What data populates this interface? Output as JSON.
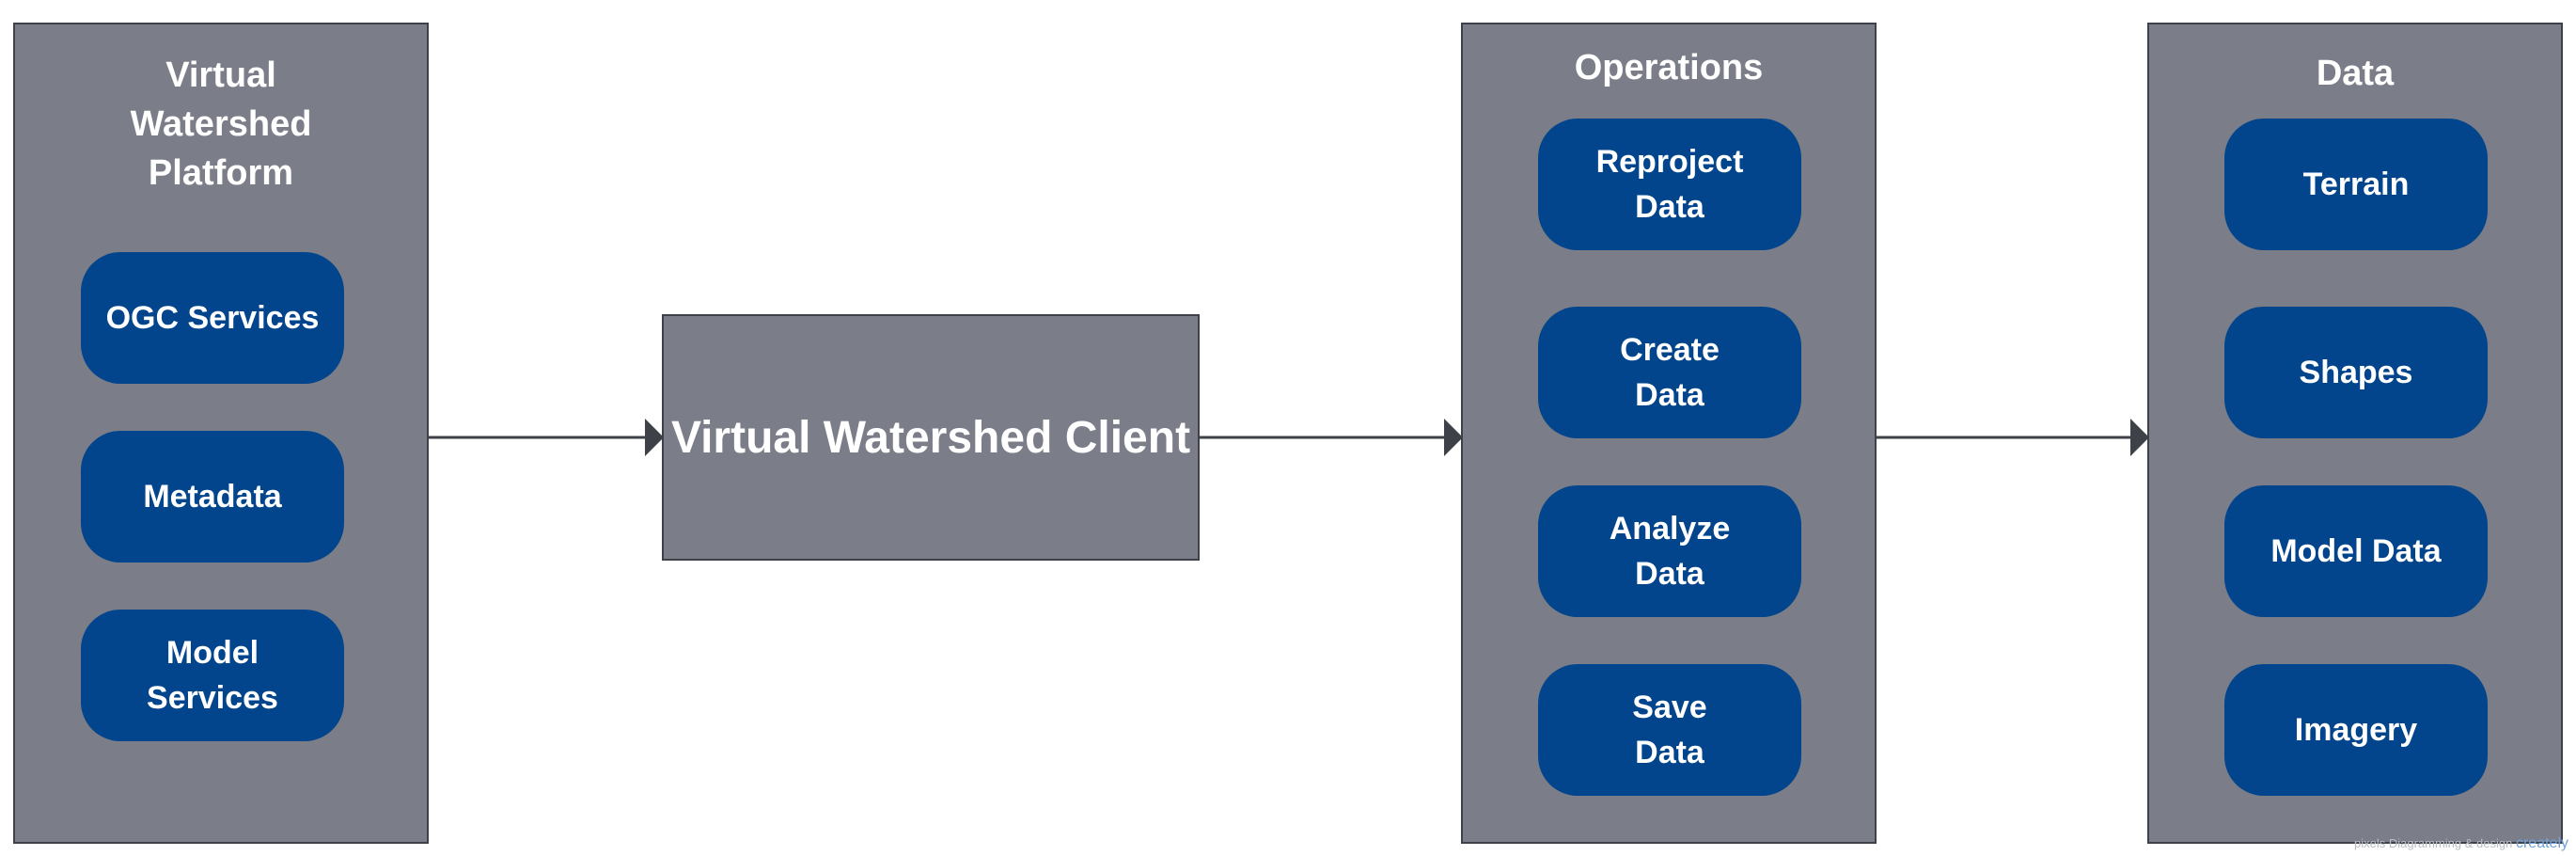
{
  "platform": {
    "title": "Virtual\nWatershed\nPlatform",
    "items": [
      "OGC Services",
      "Metadata",
      "Model\nServices"
    ]
  },
  "client": {
    "label": "Virtual Watershed Client"
  },
  "operations": {
    "title": "Operations",
    "items": [
      "Reproject\nData",
      "Create\nData",
      "Analyze\nData",
      "Save\nData"
    ]
  },
  "data": {
    "title": "Data",
    "items": [
      "Terrain",
      "Shapes",
      "Model Data",
      "Imagery"
    ]
  },
  "footer": {
    "text": "pixels Diagramming & design",
    "brand": "creately"
  },
  "colors": {
    "panel": "#7b7e88",
    "pill": "#02458c",
    "arrow": "#3f4148"
  }
}
